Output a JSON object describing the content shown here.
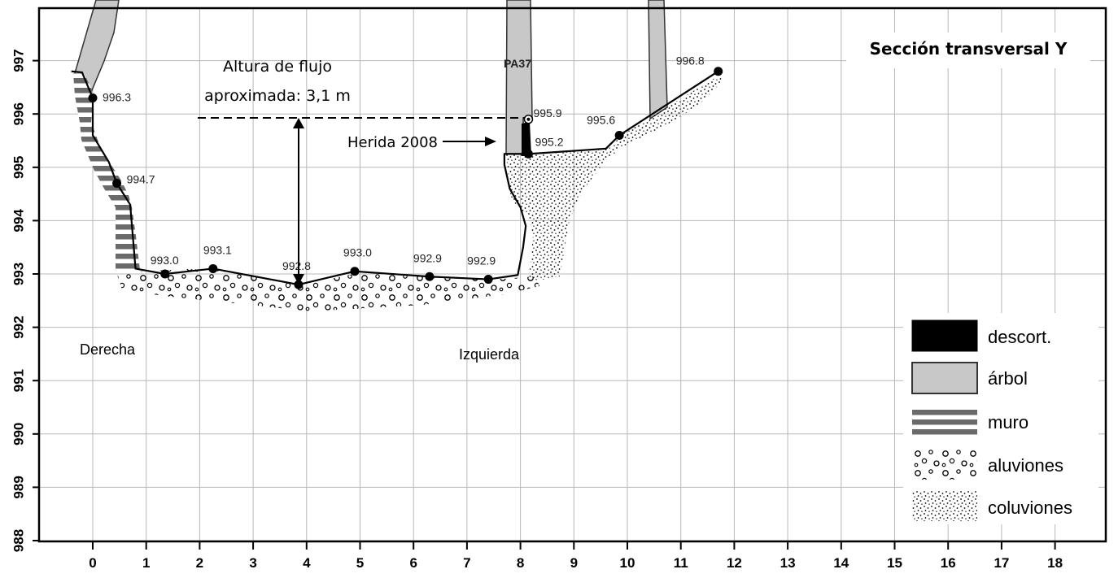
{
  "title": "Sección transversal Y",
  "annotations": {
    "flow_height_line1": "Altura de flujo",
    "flow_height_line2": "aproximada: 3,1 m",
    "wound": "Herida 2008",
    "tree_id": "PA37",
    "bank_right": "Derecha",
    "bank_left": "Izquierda"
  },
  "axes": {
    "x_ticks": [
      "0",
      "1",
      "2",
      "3",
      "4",
      "5",
      "6",
      "7",
      "8",
      "9",
      "10",
      "11",
      "12",
      "13",
      "14",
      "15",
      "16",
      "17",
      "18"
    ],
    "y_ticks": [
      "988",
      "989",
      "990",
      "991",
      "992",
      "993",
      "994",
      "995",
      "996",
      "997"
    ],
    "xlim": [
      -0.8,
      18.7
    ],
    "ylim": [
      988,
      997.98
    ],
    "grid": true
  },
  "chart_data": {
    "type": "line",
    "title": "Sección transversal Y",
    "xlabel": "",
    "ylabel": "",
    "series": [
      {
        "points": [
          {
            "x": 0.0,
            "y": 996.3,
            "label": "996.3"
          },
          {
            "x": 0.45,
            "y": 994.7,
            "label": "994.7"
          },
          {
            "x": 1.35,
            "y": 993.0,
            "label": "993.0"
          },
          {
            "x": 2.25,
            "y": 993.1,
            "label": "993.1"
          },
          {
            "x": 3.85,
            "y": 992.8,
            "label": "992.8"
          },
          {
            "x": 4.9,
            "y": 993.05,
            "label": "993.0"
          },
          {
            "x": 6.3,
            "y": 992.95,
            "label": "992.9"
          },
          {
            "x": 7.4,
            "y": 992.9,
            "label": "992.9"
          },
          {
            "x": 8.15,
            "y": 995.9,
            "label": "995.9"
          },
          {
            "x": 8.15,
            "y": 995.25,
            "label": "995.2"
          },
          {
            "x": 9.85,
            "y": 995.6,
            "label": "995.6"
          },
          {
            "x": 11.7,
            "y": 996.8,
            "label": "996.8"
          }
        ]
      }
    ],
    "flow_height_m": 3.1
  },
  "legend": [
    {
      "key": "descort",
      "label": "descort.",
      "color": "#000000"
    },
    {
      "key": "arbol",
      "label": "árbol",
      "color": "#c8c8c8"
    },
    {
      "key": "muro",
      "label": "muro",
      "color": "#6e6e6e"
    },
    {
      "key": "aluviones",
      "label": "aluviones",
      "color": "#000000"
    },
    {
      "key": "coluviones",
      "label": "coluviones",
      "color": "#000000"
    }
  ]
}
